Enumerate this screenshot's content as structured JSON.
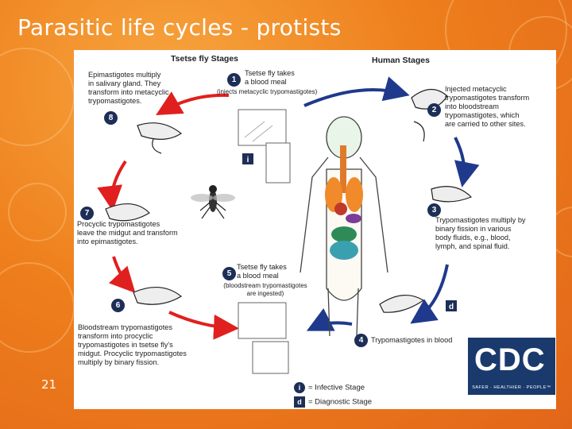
{
  "slide": {
    "title": "Parasitic life cycles - protists",
    "page_number": "21"
  },
  "figure": {
    "tsetse_heading": "Tsetse fly Stages",
    "human_heading": "Human Stages",
    "steps": [
      {
        "num": "1",
        "lines": [
          "Tsetse fly takes",
          "a blood meal"
        ],
        "note": "(injects metacyclic trypomastigotes)"
      },
      {
        "num": "2",
        "lines": [
          "Injected metacyclic",
          "trypomastigotes transform",
          "into bloodstream",
          "trypomastigotes, which",
          "are carried to other sites."
        ]
      },
      {
        "num": "3",
        "lines": [
          "Trypomastigotes multiply by",
          "binary fission in various",
          "body fluids, e.g., blood,",
          "lymph, and spinal fluid."
        ]
      },
      {
        "num": "4",
        "lines": [
          "Trypomastigotes in blood"
        ]
      },
      {
        "num": "5",
        "lines": [
          "Tsetse fly takes",
          "a blood meal"
        ],
        "note": [
          "(bloodstream trypomastigotes",
          "are ingested)"
        ]
      },
      {
        "num": "6",
        "lines": [
          "Bloodstream trypomastigotes",
          "transform into procyclic",
          "trypomastigotes in tsetse fly's",
          "midgut. Procyclic trypomastigotes",
          "multiply by binary fission."
        ]
      },
      {
        "num": "7",
        "lines": [
          "Procyclic trypomastigotes",
          "leave the midgut and transform",
          "into epimastigotes."
        ]
      },
      {
        "num": "8",
        "lines": [
          "Epimastigotes multiply",
          "in salivary gland. They",
          "transform into metacyclic",
          "trypomastigotes."
        ]
      }
    ],
    "markers": {
      "infective": "i",
      "diagnostic": "d"
    },
    "legend": {
      "infective": "= Infective Stage",
      "diagnostic": "= Diagnostic Stage"
    },
    "logo": {
      "letters": "CDC",
      "tagline": "SAFER · HEALTHIER · PEOPLE™"
    }
  },
  "colors": {
    "tsetse_arrows": "#e0201f",
    "human_arrows": "#1f3a8c",
    "badge": "#1d2e57",
    "background": "#ee7f1c",
    "logo": "#1a3a6d"
  }
}
